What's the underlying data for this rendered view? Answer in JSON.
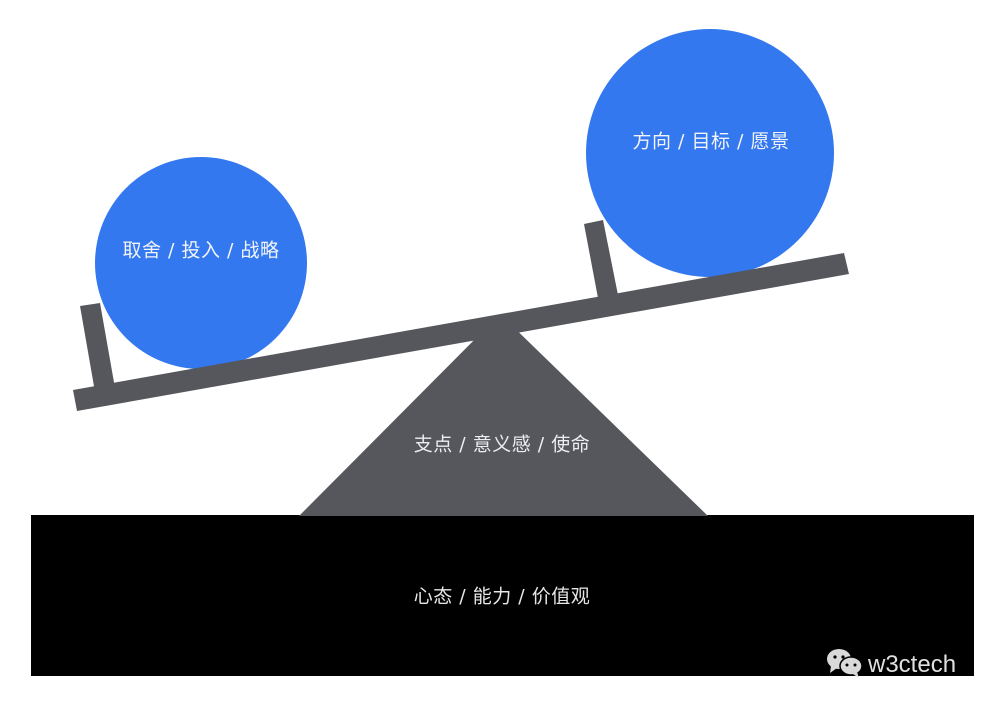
{
  "diagram": {
    "type": "seesaw-metaphor",
    "colors": {
      "ball": "#3478F0",
      "beam": "#55575C",
      "fulcrum": "#55575C",
      "base": "#000000",
      "background": "#FFFFFF",
      "label_text": "#F2F4F8"
    },
    "left_ball": {
      "label": "取舍 / 投入 / 战略"
    },
    "right_ball": {
      "label": "方向 / 目标 / 愿景"
    },
    "fulcrum": {
      "label": "支点 / 意义感 / 使命"
    },
    "base": {
      "label": "心态 / 能力 / 价值观"
    },
    "watermark": {
      "icon": "wechat-icon",
      "text": "w3ctech"
    }
  }
}
